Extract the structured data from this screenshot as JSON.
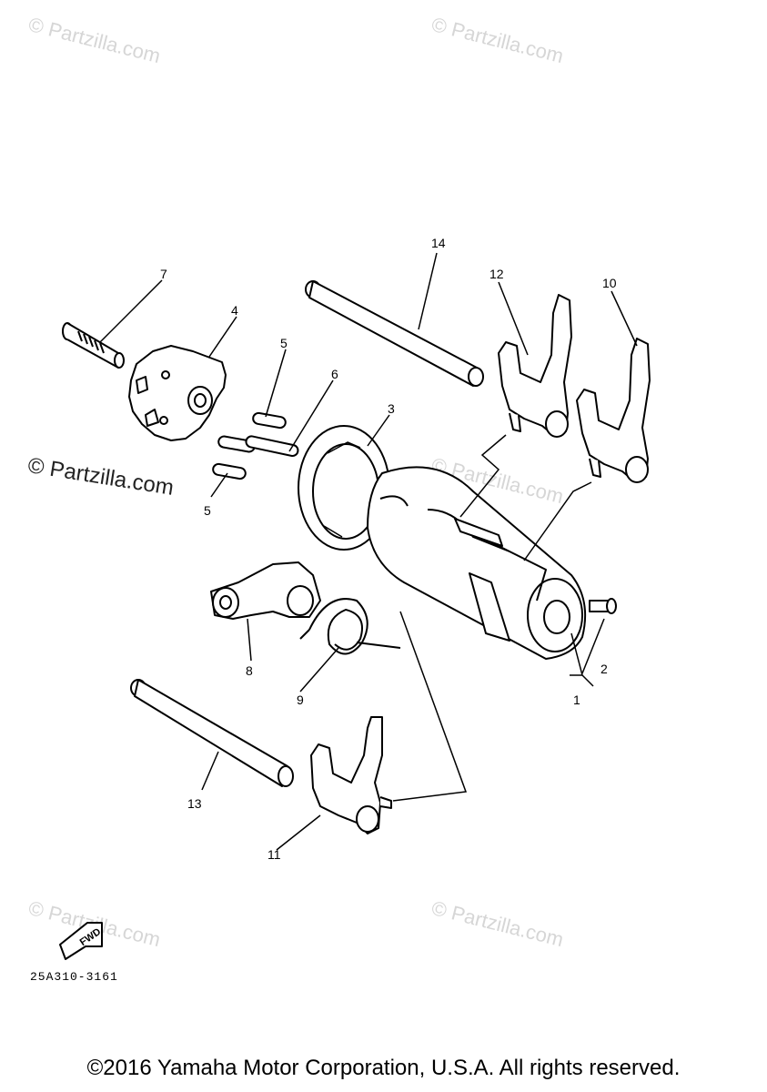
{
  "watermark": "© Partzilla.com",
  "part_labels": {
    "p1": "1",
    "p2": "2",
    "p3": "3",
    "p4": "4",
    "p5a": "5",
    "p5b": "5",
    "p6": "6",
    "p7": "7",
    "p8": "8",
    "p9": "9",
    "p10": "10",
    "p11": "11",
    "p12": "12",
    "p13": "13",
    "p14": "14"
  },
  "fwd_label": "FWD",
  "diagram_code": "25A310-3161",
  "copyright": "©2016 Yamaha Motor Corporation, U.S.A. All rights reserved."
}
